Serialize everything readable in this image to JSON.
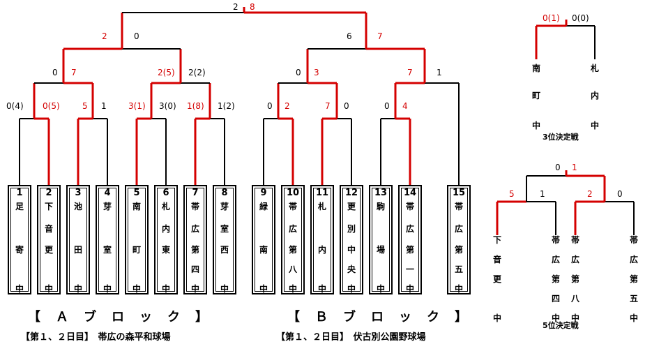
{
  "colors": {
    "win": "#d40000",
    "line": "#000000"
  },
  "final": {
    "left_score": "2",
    "right_score": "8"
  },
  "a_block": {
    "title": "【　Ａ　ブ　ロ　ッ　ク　】",
    "subtitle": "【第１、２日目】　帯広の森平和球場",
    "semi": {
      "left_score": "2",
      "right_score": "0"
    },
    "qf": [
      {
        "left": "0",
        "right": "7"
      },
      {
        "left": "2(5)",
        "right": "2(2)"
      }
    ],
    "r1": [
      {
        "left": "0(4)",
        "right": "0(5)"
      },
      {
        "left": "5",
        "right": "1"
      },
      {
        "left": "3(1)",
        "right": "3(0)"
      },
      {
        "left": "1(8)",
        "right": "1(2)"
      }
    ]
  },
  "b_block": {
    "title": "【　Ｂ　ブ　ロ　ッ　ク　】",
    "subtitle": "【第１、２日目】　伏古別公園野球場",
    "semi": {
      "left_score": "6",
      "right_score": "7"
    },
    "qf": [
      {
        "left": "0",
        "right": "3"
      },
      {
        "left": "7",
        "right": "1"
      }
    ],
    "r1": [
      {
        "left": "0",
        "right": "2"
      },
      {
        "left": "7",
        "right": "0"
      },
      {
        "left": "0",
        "right": "4"
      }
    ]
  },
  "teams": [
    {
      "num": "1",
      "chars": [
        "足",
        "",
        "寄",
        "",
        "中"
      ]
    },
    {
      "num": "2",
      "chars": [
        "下",
        "音",
        "更",
        "",
        "中"
      ]
    },
    {
      "num": "3",
      "chars": [
        "池",
        "",
        "田",
        "",
        "中"
      ]
    },
    {
      "num": "4",
      "chars": [
        "芽",
        "",
        "室",
        "",
        "中"
      ]
    },
    {
      "num": "5",
      "chars": [
        "南",
        "",
        "町",
        "",
        "中"
      ]
    },
    {
      "num": "6",
      "chars": [
        "札",
        "内",
        "東",
        "",
        "中"
      ]
    },
    {
      "num": "7",
      "chars": [
        "帯",
        "広",
        "第",
        "四",
        "中"
      ]
    },
    {
      "num": "8",
      "chars": [
        "芽",
        "室",
        "西",
        "",
        "中"
      ]
    },
    {
      "num": "9",
      "chars": [
        "緑",
        "",
        "南",
        "",
        "中"
      ]
    },
    {
      "num": "10",
      "chars": [
        "帯",
        "広",
        "第",
        "八",
        "中"
      ]
    },
    {
      "num": "11",
      "chars": [
        "札",
        "",
        "内",
        "",
        "中"
      ]
    },
    {
      "num": "12",
      "chars": [
        "更",
        "別",
        "中",
        "央",
        "中"
      ]
    },
    {
      "num": "13",
      "chars": [
        "駒",
        "",
        "場",
        "",
        "中"
      ]
    },
    {
      "num": "14",
      "chars": [
        "帯",
        "広",
        "第",
        "一",
        "中"
      ]
    },
    {
      "num": "15",
      "chars": [
        "帯",
        "広",
        "第",
        "五",
        "中"
      ]
    }
  ],
  "third_place": {
    "label": "3位決定戦",
    "left_score": "0(1)",
    "right_score": "0(0)",
    "left_team": [
      "南",
      "町",
      "中"
    ],
    "right_team": [
      "札",
      "内",
      "中"
    ]
  },
  "fifth_place": {
    "label": "5位決定戦",
    "final": {
      "left_score": "0",
      "right_score": "1"
    },
    "semi_left": {
      "left_score": "5",
      "right_score": "1"
    },
    "semi_right": {
      "left_score": "2",
      "right_score": "0"
    },
    "teams": [
      [
        "下",
        "音",
        "更",
        "",
        "中"
      ],
      [
        "帯",
        "広",
        "第",
        "四",
        "中"
      ],
      [
        "帯",
        "広",
        "第",
        "八",
        "中"
      ],
      [
        "帯",
        "広",
        "第",
        "五",
        "中"
      ]
    ]
  }
}
